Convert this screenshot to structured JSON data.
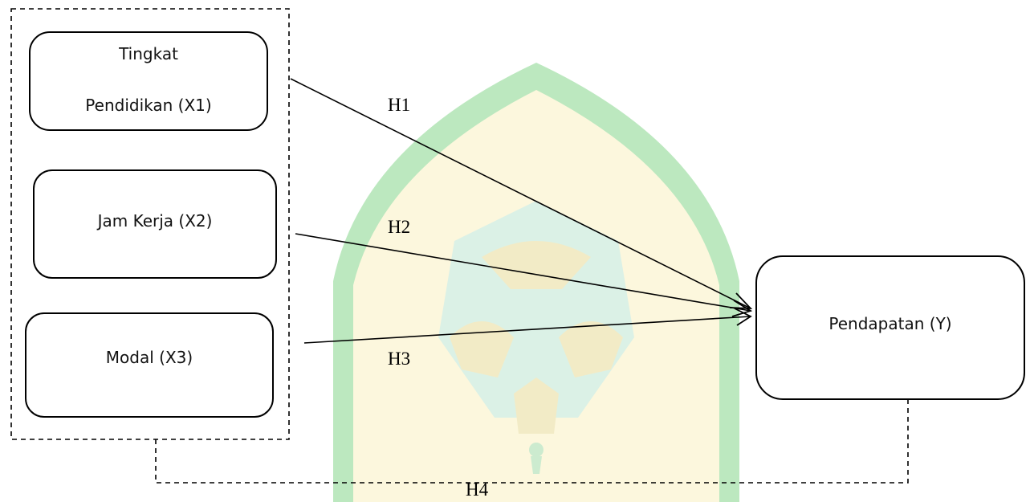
{
  "boxes": {
    "x1": {
      "line1": "Tingkat",
      "line2": "Pendidikan (X1)"
    },
    "x2": {
      "label": "Jam Kerja (X2)"
    },
    "x3": {
      "label": "Modal (X3)"
    },
    "y": {
      "label": "Pendapatan (Y)"
    }
  },
  "hypotheses": {
    "h1": "H1",
    "h2": "H2",
    "h3": "H3",
    "h4": "H4"
  },
  "colors": {
    "watermark_green": "#86d68c",
    "watermark_yellow": "#fbf1c2",
    "watermark_teal": "#bfe6d2",
    "line": "#000000"
  },
  "icons": {
    "watermark": "university-emblem-icon"
  }
}
